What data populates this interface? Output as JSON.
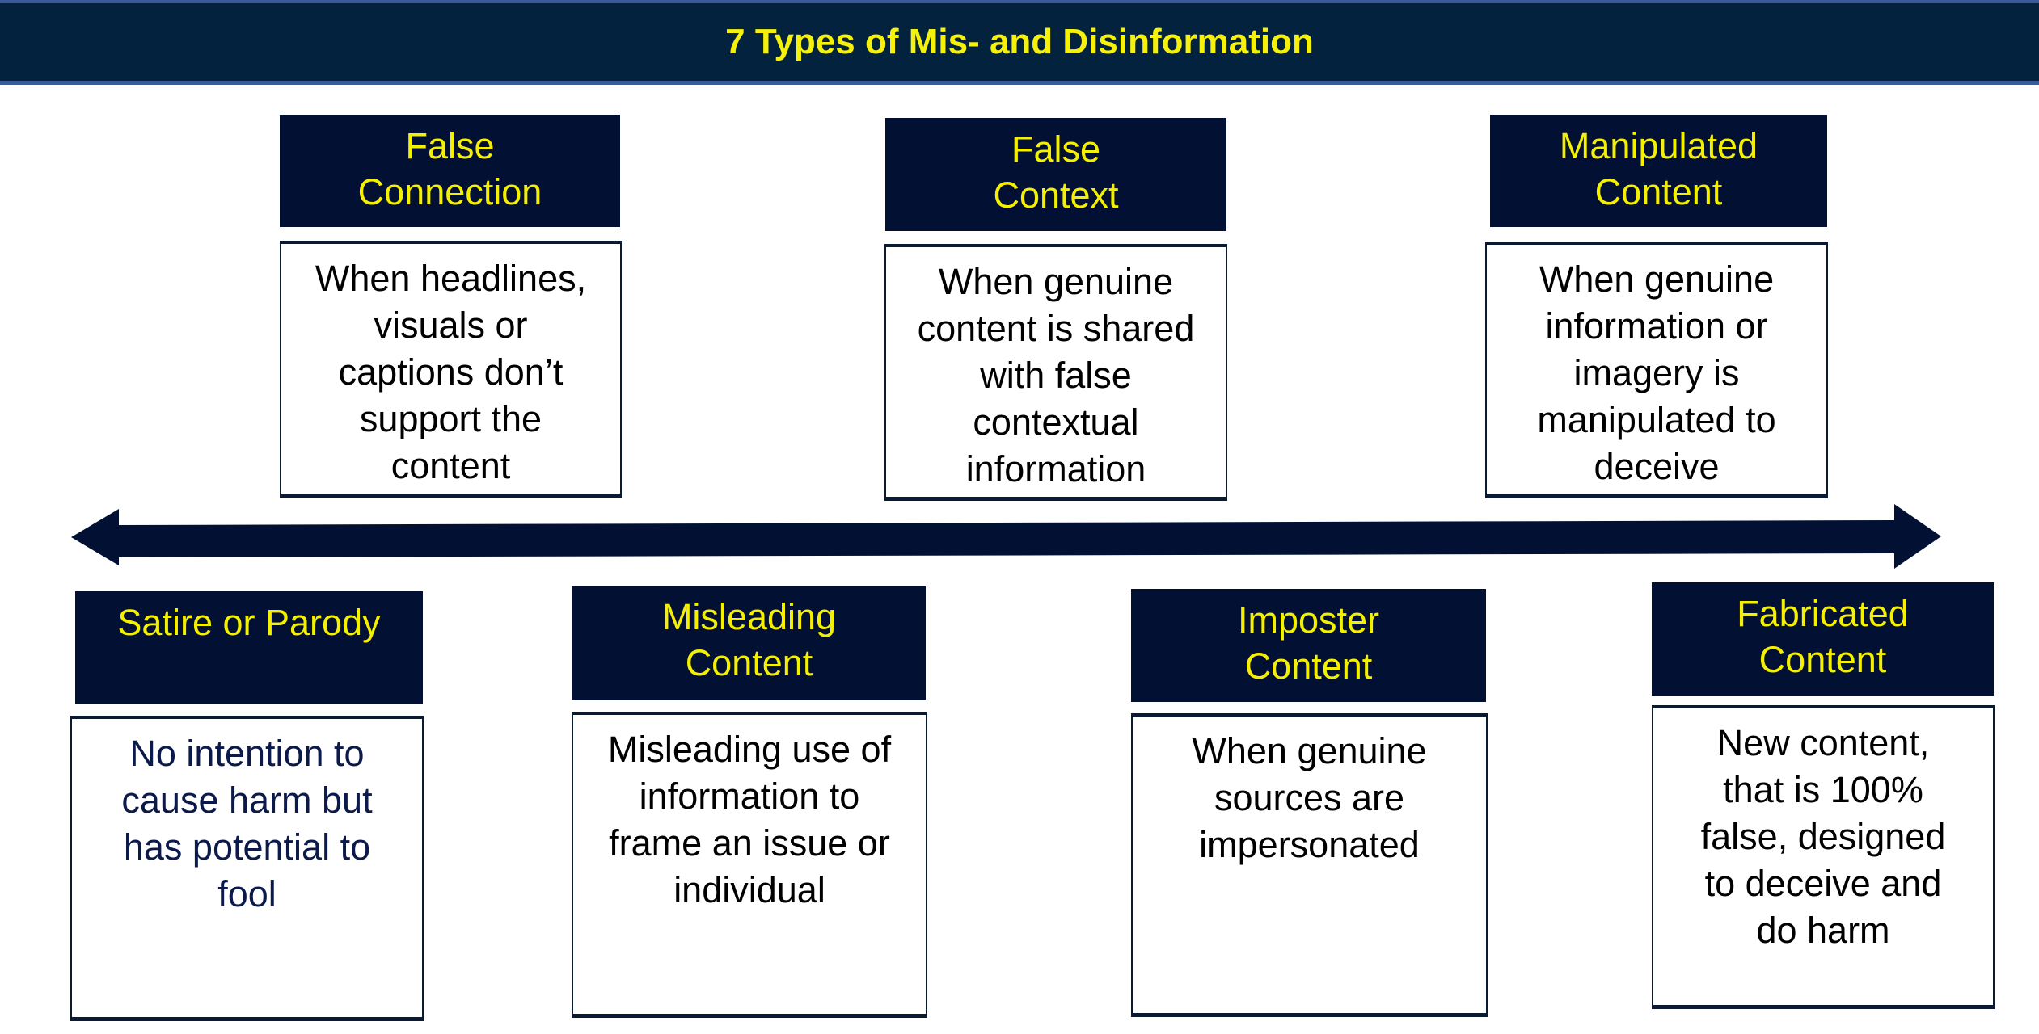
{
  "title": "7 Types of Mis- and Disinformation",
  "colors": {
    "header_bg": "#021133",
    "header_text": "#f5f000",
    "title_bg": "#02223d"
  },
  "top_row": [
    {
      "label": "False\nConnection",
      "description": "When headlines,\nvisuals or\ncaptions don’t\nsupport the\ncontent"
    },
    {
      "label": "False\nContext",
      "description": "When genuine\ncontent is shared\nwith false\ncontextual\ninformation"
    },
    {
      "label": "Manipulated\nContent",
      "description": "When genuine\ninformation or\nimagery is\nmanipulated to\ndeceive"
    }
  ],
  "bottom_row": [
    {
      "label": "Satire or Parody",
      "description": "No intention to\ncause harm but\nhas potential to\nfool"
    },
    {
      "label": "Misleading\nContent",
      "description": "Misleading use of\ninformation to\nframe an issue or\nindividual"
    },
    {
      "label": "Imposter\nContent",
      "description": "When genuine\nsources are\nimpersonated"
    },
    {
      "label": "Fabricated\nContent",
      "description": "New content,\nthat is 100%\nfalse, designed\nto deceive and\ndo harm"
    }
  ]
}
